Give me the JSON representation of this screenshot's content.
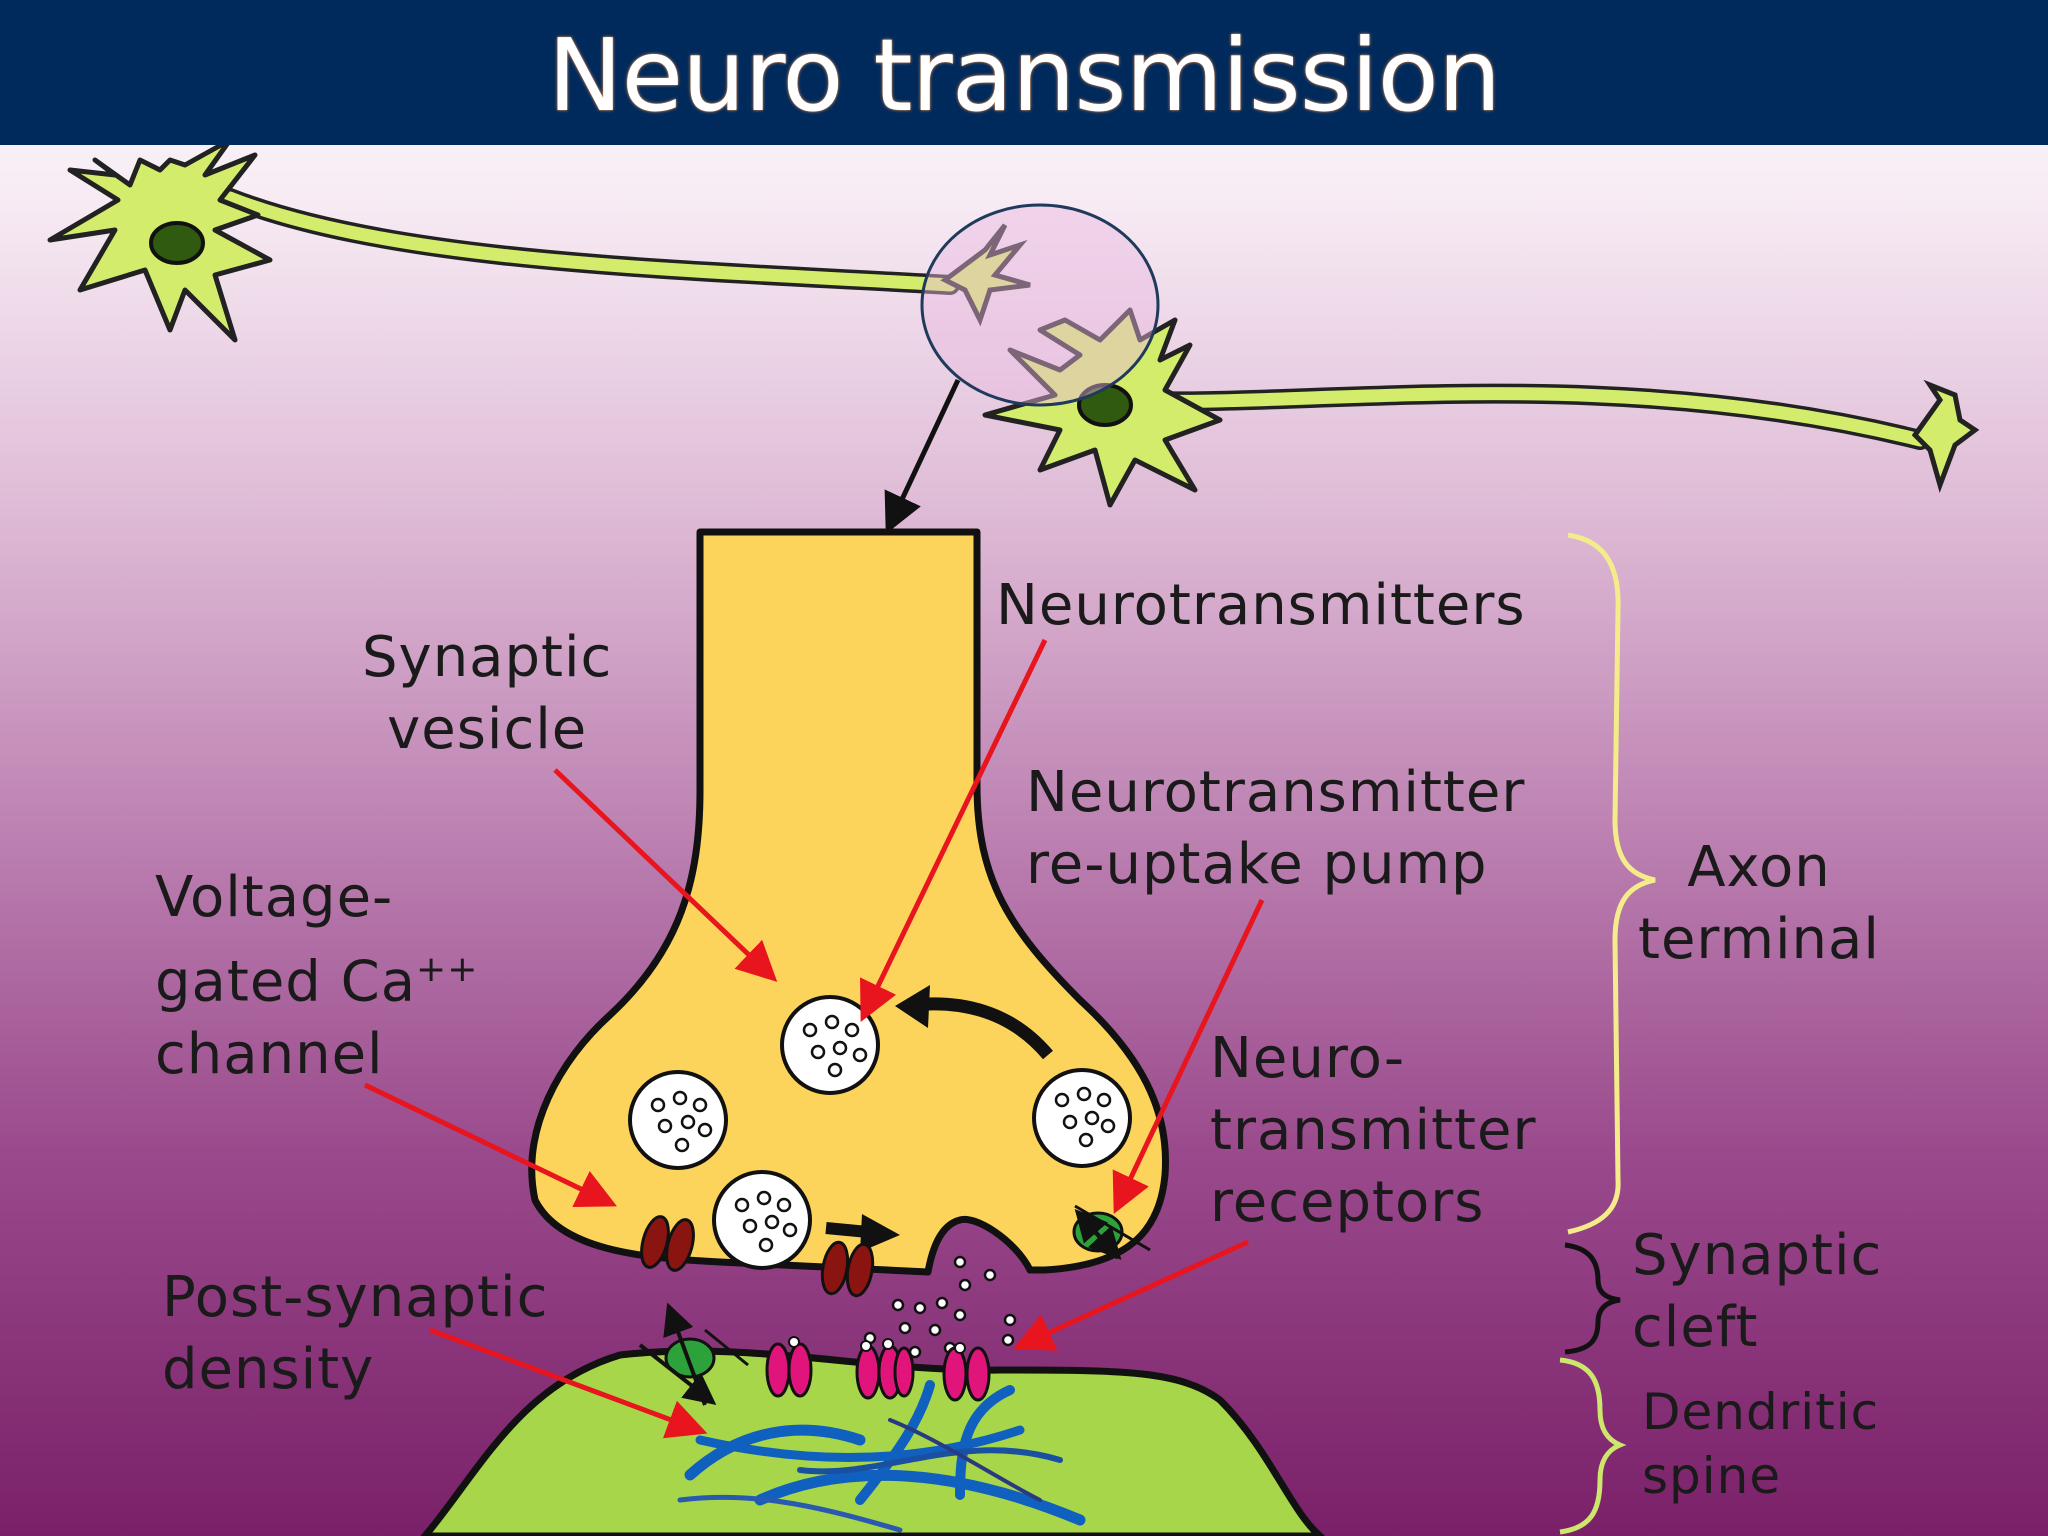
{
  "title": "Neuro transmission",
  "labels": {
    "neurotransmitters": "Neurotransmitters",
    "synaptic_vesicle": [
      "Synaptic",
      "vesicle"
    ],
    "reuptake_pump": [
      "Neurotransmitter",
      "re-uptake pump"
    ],
    "voltage_gated": [
      "Voltage-",
      "gated Ca",
      "channel"
    ],
    "ca_superscript": "++",
    "receptors": [
      "Neuro-",
      "transmitter",
      "receptors"
    ],
    "post_synaptic_density": [
      "Post-synaptic",
      "density"
    ],
    "axon_terminal": [
      "Axon",
      "terminal"
    ],
    "synaptic_cleft": [
      "Synaptic",
      "cleft"
    ],
    "dendritic_spine": [
      "Dendritic",
      "spine"
    ]
  },
  "colors": {
    "title_bar": "#002a5c",
    "axon_fill": "#fcd45c",
    "neuron_fill": "#d4ec6c",
    "nucleus": "#2f5a10",
    "spine_fill": "#a7d64a",
    "callout_arrow": "#e8141e",
    "channel": "#8a1410",
    "receptor": "#e0147a",
    "pump": "#2ea23a",
    "filament": "#1060c0",
    "brace": "#f4ec8a"
  }
}
